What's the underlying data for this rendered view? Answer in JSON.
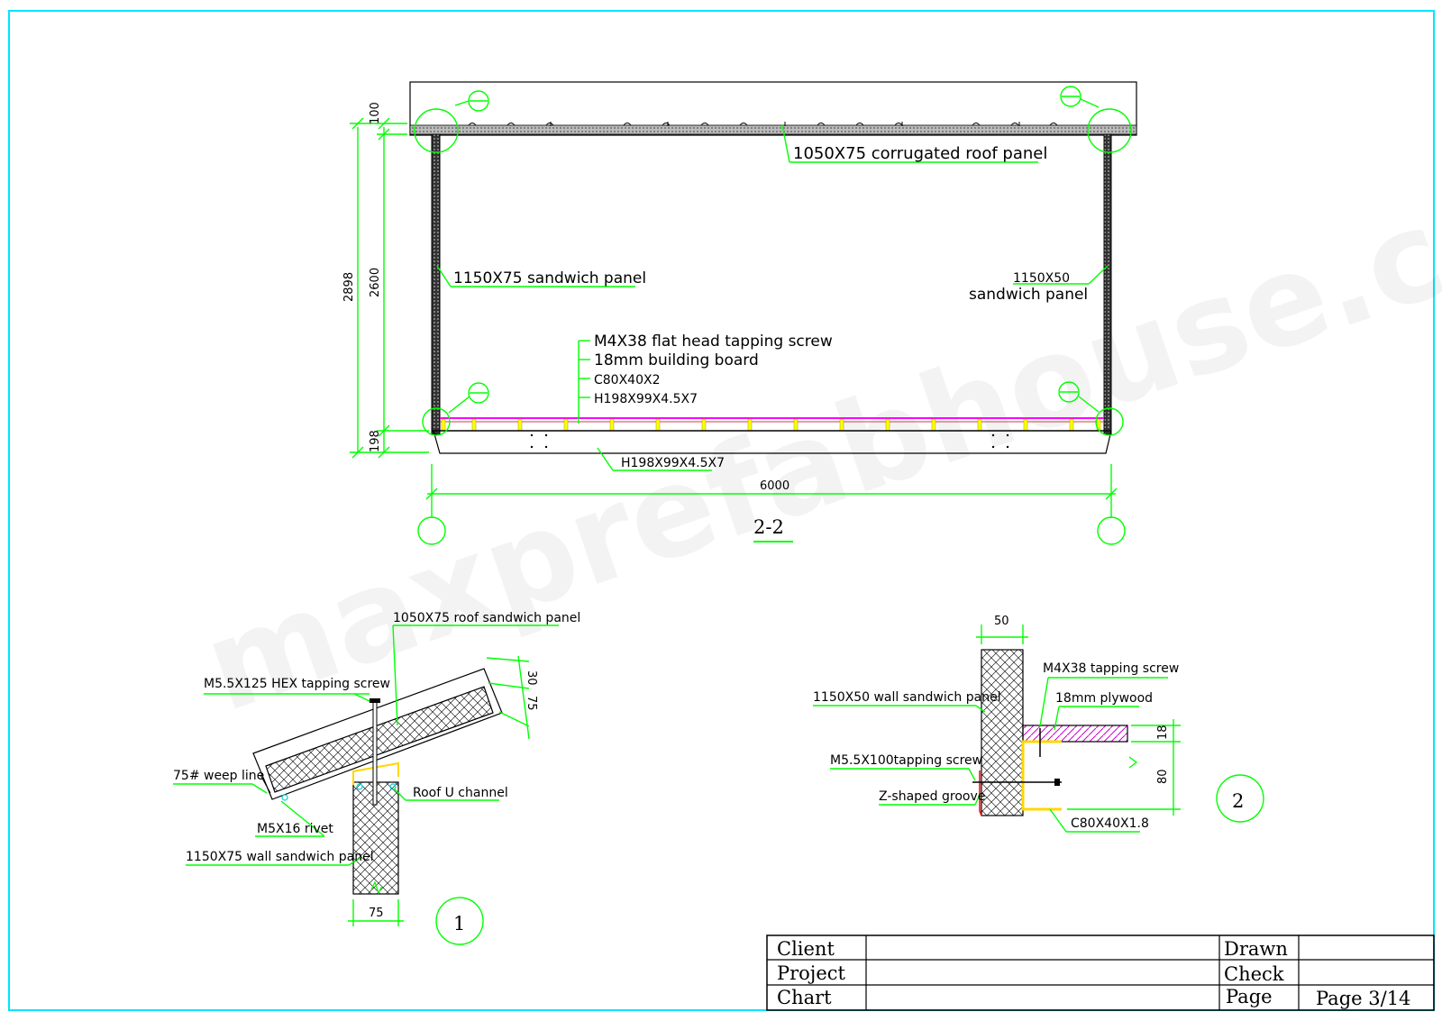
{
  "watermark": "maxprefabhouse.com",
  "section_2_2": {
    "title": "2-2",
    "labels": {
      "roof_panel": "1050X75 corrugated roof panel",
      "left_wall": "1150X75 sandwich panel",
      "right_wall_size": "1150X50",
      "right_wall_name": "sandwich panel",
      "floor_screw": "M4X38 flat head tapping screw",
      "floor_board": "18mm building board",
      "floor_joist": "C80X40X2",
      "floor_beam": "H198X99X4.5X7",
      "base_beam": "H198X99X4.5X7"
    },
    "dimensions": {
      "top": "100",
      "wall": "2600",
      "total": "2898",
      "base": "198",
      "span": "6000"
    }
  },
  "detail_1": {
    "number": "1",
    "labels": {
      "roof_sandwich": "1050X75 roof sandwich panel",
      "hex_screw": "M5.5X125 HEX tapping screw",
      "weep_line": "75# weep line",
      "roof_channel": "Roof U channel",
      "rivet": "M5X16 rivet",
      "wall_sandwich": "1150X75 wall sandwich panel"
    },
    "dimensions": {
      "d30": "30",
      "d75": "75",
      "wall_width": "75"
    }
  },
  "detail_2": {
    "number": "2",
    "labels": {
      "tapping_screw": "M4X38 tapping screw",
      "wall_sandwich": "1150X50 wall sandwich panel",
      "plywood": "18mm plywood",
      "long_screw": "M5.5X100tapping screw",
      "groove": "Z-shaped groove",
      "channel": "C80X40X1.8"
    },
    "dimensions": {
      "width": "50",
      "d18": "18",
      "d80": "80"
    }
  },
  "title_block": {
    "client": "Client",
    "project": "Project",
    "chart": "Chart",
    "drawn": "Drawn",
    "check": "Check",
    "page_label": "Page",
    "page_value": "Page 3/14"
  },
  "colors": {
    "frame": "#00e5ff",
    "leader": "#00ff00",
    "linework": "#000000",
    "floor_board": "#ff00ff",
    "fastener": "#ffff00",
    "flashing": "#ff0000"
  }
}
